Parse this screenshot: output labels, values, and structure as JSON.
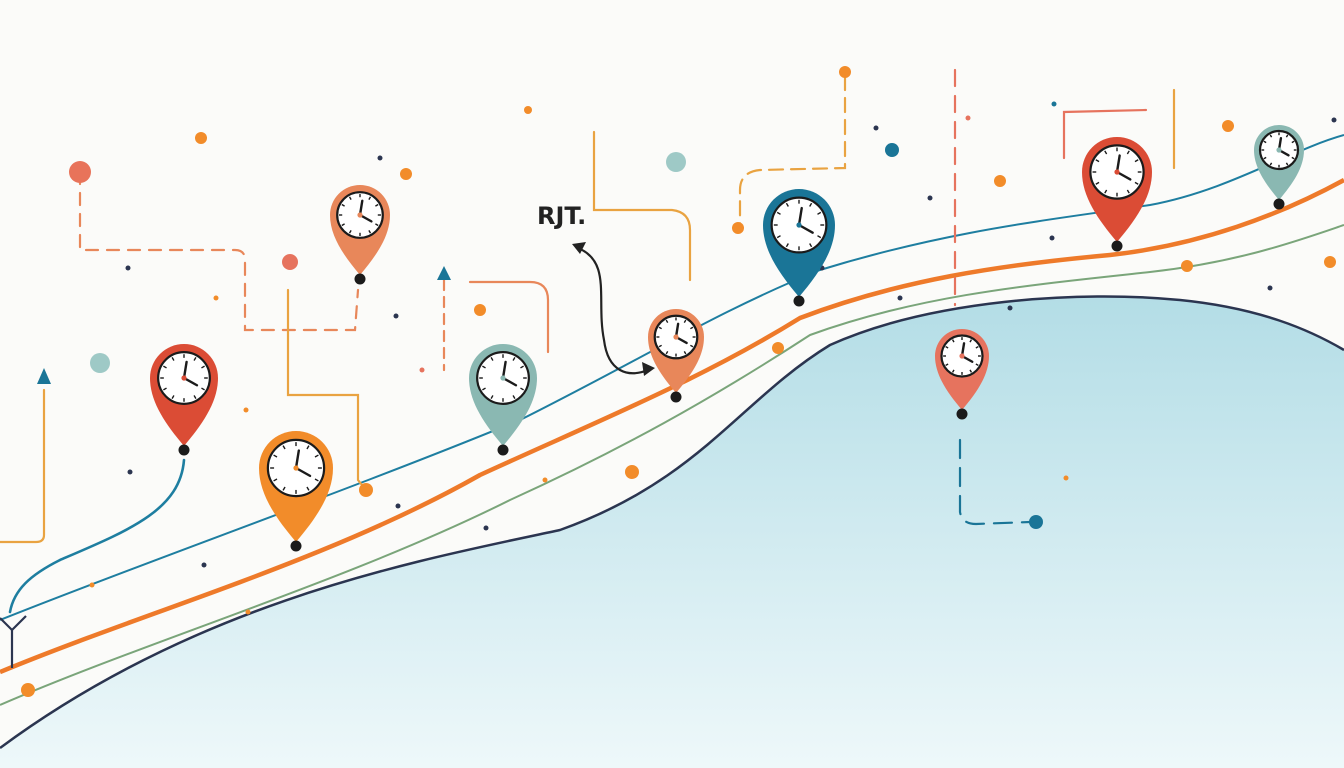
{
  "annotation": {
    "text": "RJT."
  },
  "colors": {
    "background": "#fbfbf9",
    "water": "#bfe3ea",
    "shore": "#2b3550",
    "route_orange": "#ee7a2a",
    "route_teal": "#1e7ea0",
    "route_green": "#7aa57a",
    "pin_red": "#db4c35",
    "pin_orange": "#f28c2a",
    "pin_salmon": "#e8875a",
    "pin_teal": "#1a7597",
    "pin_gray": "#8ab8b2",
    "pin_coral": "#e6735e"
  },
  "pins": [
    {
      "id": "pin-1",
      "color": "pin_red",
      "icon": "clock-icon"
    },
    {
      "id": "pin-2",
      "color": "pin_orange",
      "icon": "clock-icon"
    },
    {
      "id": "pin-3",
      "color": "pin_salmon",
      "icon": "clock-icon"
    },
    {
      "id": "pin-4",
      "color": "pin_gray",
      "icon": "clock-icon"
    },
    {
      "id": "pin-5",
      "color": "pin_salmon",
      "icon": "clock-icon"
    },
    {
      "id": "pin-6",
      "color": "pin_teal",
      "icon": "clock-icon"
    },
    {
      "id": "pin-7",
      "color": "pin_coral",
      "icon": "clock-icon"
    },
    {
      "id": "pin-8",
      "color": "pin_red",
      "icon": "clock-icon"
    },
    {
      "id": "pin-9",
      "color": "pin_gray",
      "icon": "clock-icon"
    }
  ]
}
